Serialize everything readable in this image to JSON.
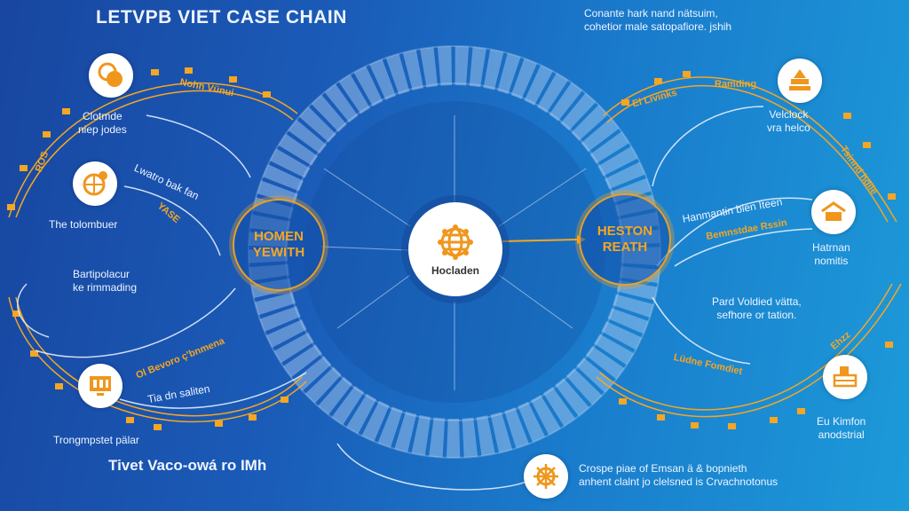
{
  "title": "LETVPB VIET CASE CHAIN",
  "top_note": [
    "Conante hark nand nätsuim,",
    "cohetior male satopafiore. jshih"
  ],
  "hub": {
    "label": "Hocladen",
    "icon": "globe-network-icon"
  },
  "left_node": {
    "line1": "HOMEN",
    "line2": "YEWITH"
  },
  "right_node": {
    "line1": "HESTON",
    "line2": "REATH"
  },
  "left": {
    "item1": [
      "Clotmde",
      "niep jodes"
    ],
    "item2": "The tolombuer",
    "item3": [
      "Bartipolacur",
      "ke rimmading"
    ],
    "item4": "Trongmpstet pälar",
    "arc_label1": "Nohn Vünui",
    "arc_label2": "ROS",
    "arc_label3": "YASE",
    "arc_label4": "Ol Bevoro ç'bnmena",
    "flow1": "Lwatro bak fan",
    "flow2": "Tia dn saliten",
    "footer": "Tivet Vaco-owá ro IMh"
  },
  "right": {
    "item1": [
      "Velclock",
      "vra helco"
    ],
    "item2": [
      "Hatrnan",
      "nomitis"
    ],
    "item3": [
      "Pard Voldied vätta,",
      "sefhore or tation."
    ],
    "item4": [
      "Eu Kimfon",
      "anodstrial"
    ],
    "arc_label1": "Ramding",
    "arc_label2": "El Livinks",
    "arc_label3": "Tsinnd hdile",
    "arc_label4": "Bemnstdae Rssin",
    "arc_label5": "Lüdne Fomdiet",
    "arc_label6": "Ehzz",
    "flow1": "Hanmantin bien Iteen",
    "footer": [
      "Crospe piae of Emsan ä & bopnieth",
      "anhent clalnt jo clelsned is Crvachnotonus"
    ]
  },
  "colors": {
    "accent": "#f5a623",
    "bg_dark": "#1846a0",
    "bg_light": "#1c9ad9"
  }
}
